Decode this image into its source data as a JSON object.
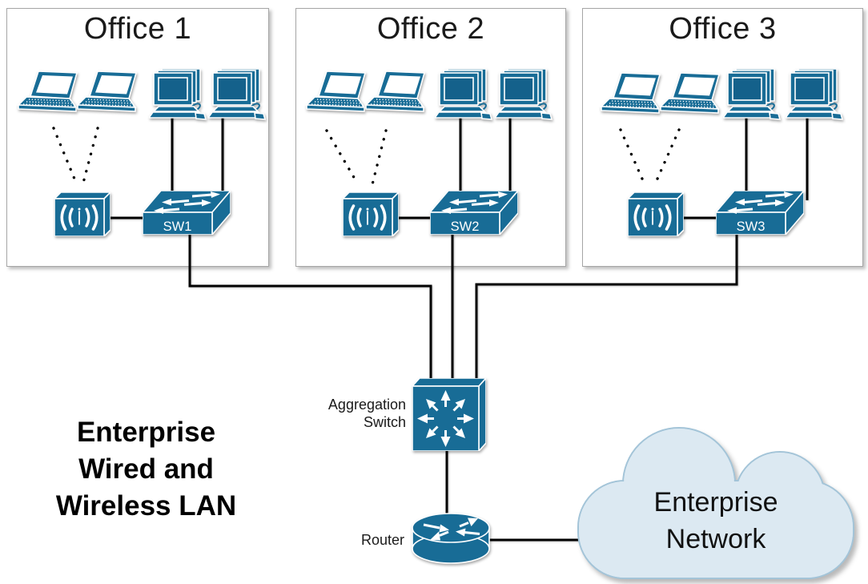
{
  "lan_title": {
    "line1": "Enterprise",
    "line2": "Wired and",
    "line3": "Wireless LAN"
  },
  "offices": [
    {
      "title": "Office 1",
      "switch_label": "SW1"
    },
    {
      "title": "Office 2",
      "switch_label": "SW2"
    },
    {
      "title": "Office 3",
      "switch_label": "SW3"
    }
  ],
  "core": {
    "aggregation_line1": "Aggregation",
    "aggregation_line2": "Switch",
    "router_label": "Router"
  },
  "cloud": {
    "line1": "Enterprise",
    "line2": "Network"
  },
  "icons": {
    "laptop-icon": "tilted-screen-laptop",
    "desktop-pc-icon": "crt-monitor-keyboard-mouse",
    "wireless-ap-icon": "box-with-radio-waves",
    "switch-icon": "3d-slab-with-bidirectional-arrows",
    "aggregation-switch-icon": "cube-with-8-radial-arrows",
    "router-icon": "cylinder-with-4-arrows",
    "cloud-shape": "cloud"
  },
  "colors": {
    "device_blue": "#186C96",
    "device_screen": "#14618B",
    "cloud_fill": "#DCE9F2",
    "cloud_stroke": "#A3C4D8",
    "connector": "#000000",
    "office_border": "#A6A6A6"
  }
}
